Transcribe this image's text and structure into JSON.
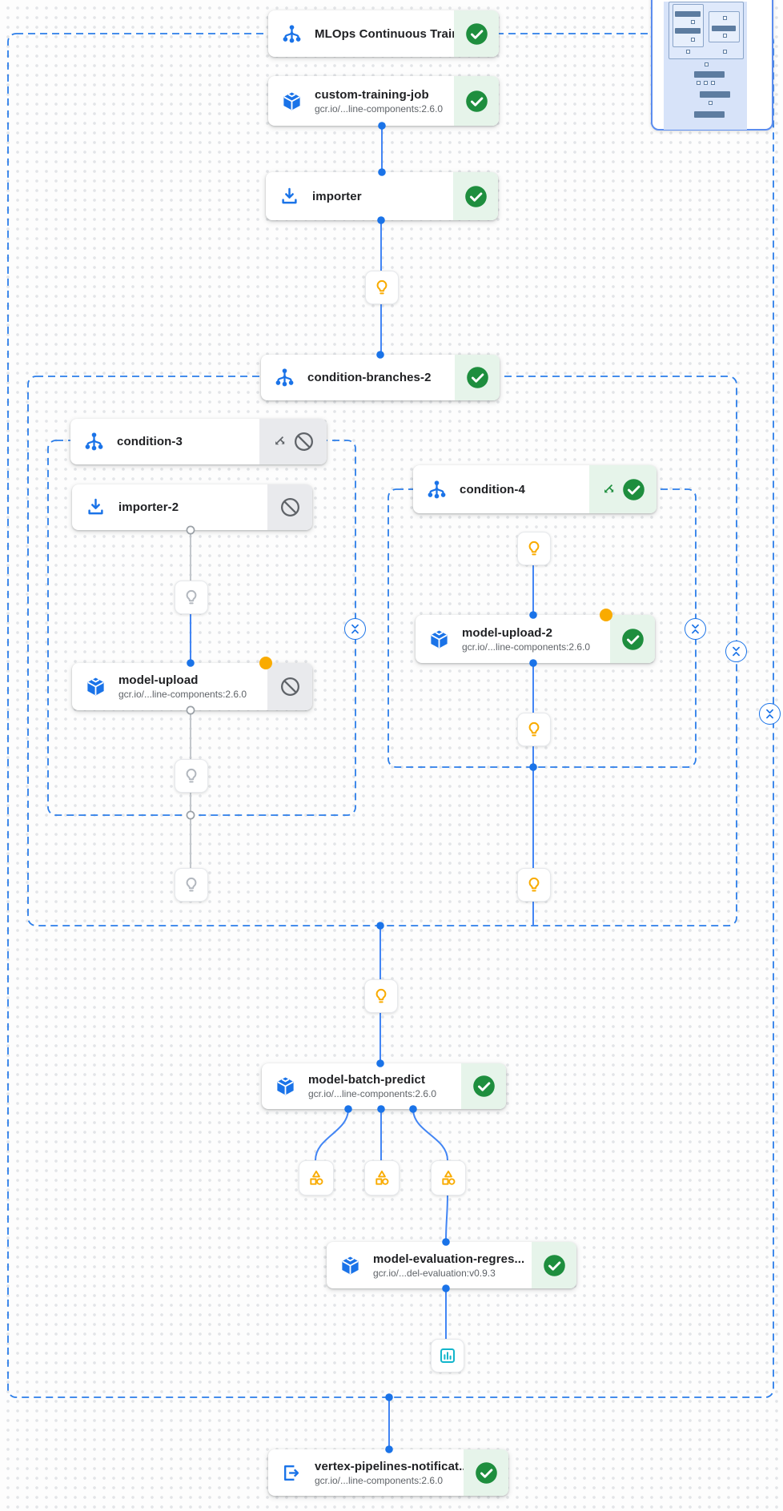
{
  "app": "Vertex AI Pipelines DAG view",
  "nodes": {
    "mlops_root": {
      "title": "MLOps Continuous Traini..."
    },
    "custom_training_job": {
      "title": "custom-training-job",
      "subtitle": "gcr.io/...line-components:2.6.0"
    },
    "importer": {
      "title": "importer"
    },
    "condition_branches_2": {
      "title": "condition-branches-2"
    },
    "condition_3": {
      "title": "condition-3"
    },
    "importer_2": {
      "title": "importer-2"
    },
    "model_upload": {
      "title": "model-upload",
      "subtitle": "gcr.io/...line-components:2.6.0"
    },
    "condition_4": {
      "title": "condition-4"
    },
    "model_upload_2": {
      "title": "model-upload-2",
      "subtitle": "gcr.io/...line-components:2.6.0"
    },
    "model_batch_predict": {
      "title": "model-batch-predict",
      "subtitle": "gcr.io/...line-components:2.6.0"
    },
    "model_evaluation_regression": {
      "title": "model-evaluation-regres...",
      "subtitle": "gcr.io/...del-evaluation:v0.9.3"
    },
    "vertex_pipelines_notification": {
      "title": "vertex-pipelines-notificat...",
      "subtitle": "gcr.io/...line-components:2.6.0"
    }
  },
  "icons": {
    "pipeline_branch": "branching DAG glyph",
    "component_cube": "3D cube component glyph",
    "importer_download": "download-into-tray glyph",
    "exit_handler": "exit-to-app arrow glyph",
    "lightbulb_artifact": "lightbulb outline",
    "metrics_artifact": "triangle-square-circle shapes",
    "analysis_artifact": "bar chart in rounded square",
    "check_success": "green circle with white check",
    "skipped_blocked": "gray circle with slash",
    "branch_split": "split arrows down-left and down-right",
    "collapse": "chevrons pointing inward"
  },
  "colors": {
    "accent_blue": "#1a73e8",
    "edge_blue": "#4285f4",
    "edge_gray": "#c3c7cc",
    "success_green": "#1e8e3e",
    "success_bg": "#e6f4ea",
    "skipped_bg": "#e9eaed",
    "skipped_icon": "#5f6368",
    "artifact_amber": "#f9ab00",
    "artifact_teal": "#12b5cb",
    "pending_dot": "#f9ab00"
  }
}
